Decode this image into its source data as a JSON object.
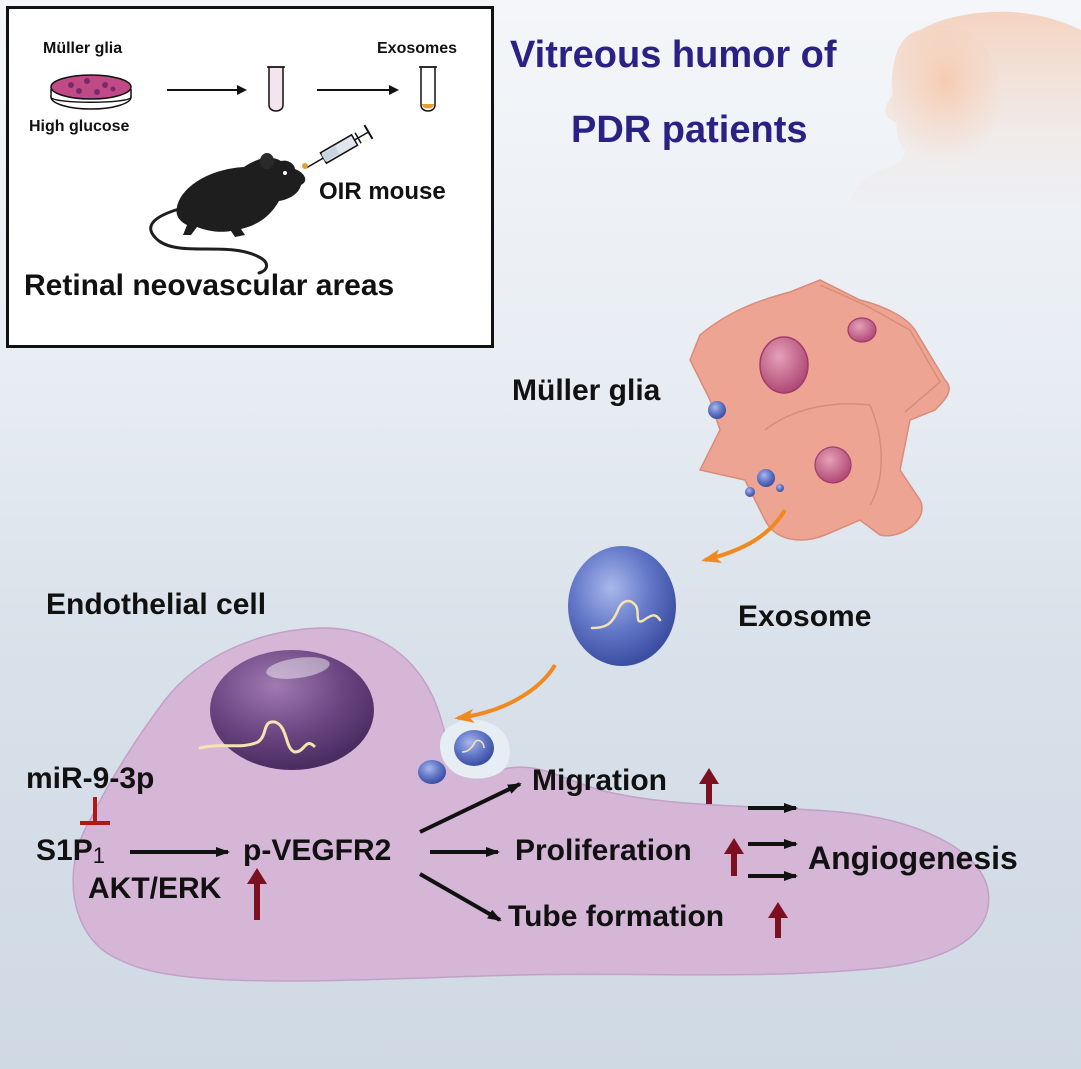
{
  "inset": {
    "muller_label": "Müller glia",
    "glucose_label": "High glucose",
    "exosomes_label": "Exosomes",
    "mouse_label": "OIR mouse",
    "result_label": "Retinal neovascular areas"
  },
  "header": {
    "line1": "Vitreous humor of",
    "line2": "PDR patients"
  },
  "cells": {
    "muller_label": "Müller glia",
    "exosome_label": "Exosome",
    "endothelial_label": "Endothelial cell"
  },
  "pathway": {
    "mirna": "miR-9-3p",
    "s1p_main": "S1P",
    "s1p_sub": "1",
    "akt_erk": "AKT/ERK",
    "vegfr2": "p-VEGFR2",
    "migration": "Migration",
    "proliferation": "Proliferation",
    "tube_formation": "Tube formation",
    "angiogenesis": "Angiogenesis"
  },
  "colors": {
    "title_blue": "#2a2185",
    "up_arrow": "#7a1020",
    "inhibit_red": "#b01818",
    "exo_arrow": "#f08a20",
    "endothelial": "#d5b4d5",
    "muller_cell": "#eea493",
    "exosome": "#5a6fc4"
  }
}
